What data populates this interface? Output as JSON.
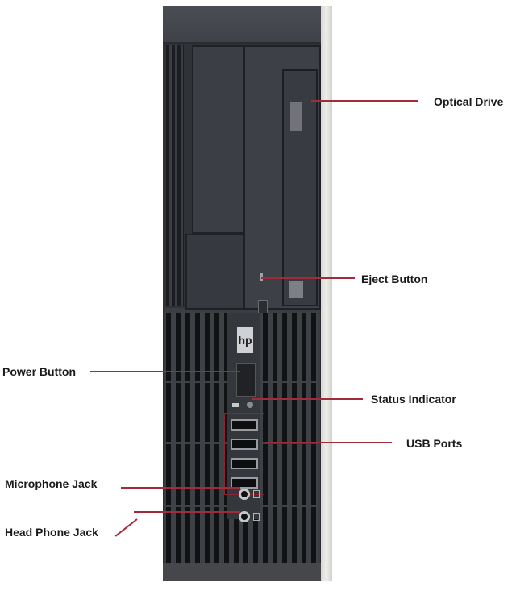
{
  "image": {
    "subject": "Desktop computer tower front view with labeled components"
  },
  "labels": {
    "optical_drive": "Optical Drive",
    "eject_button": "Eject Button",
    "power_button": "Power Button",
    "status_indicator": "Status Indicator",
    "usb_ports": "USB Ports",
    "microphone_jack": "Microphone Jack",
    "head_phone_jack": "Head Phone Jack"
  },
  "logo": {
    "text": "hp"
  },
  "colors": {
    "callout_line": "#a32a3a",
    "case_front": "#3a3d42",
    "side_panel": "#e6e6e2",
    "label_text": "#1a1a1a"
  },
  "usb_port_count": 4
}
